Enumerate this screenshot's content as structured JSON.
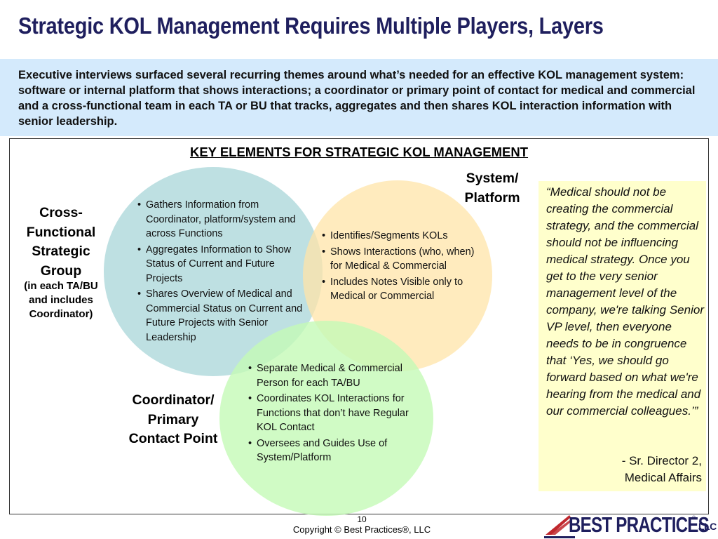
{
  "title": "Strategic KOL Management Requires Multiple Players, Layers",
  "intro": "Executive interviews surfaced several recurring themes around what’s needed for an effective KOL management system: software or internal platform that shows interactions; a coordinator or primary point of contact for medical and commercial and a cross-functional team in each TA or BU that tracks, aggregates and then shares KOL interaction information with senior leadership.",
  "key_title": "KEY ELEMENTS FOR STRATEGIC KOL MANAGEMENT",
  "cross_functional": {
    "label": "Cross-Functional Strategic Group",
    "sublabel": "(in each TA/BU and includes Coordinator)",
    "bullets": [
      "Gathers Information from Coordinator, platform/system and across Functions",
      "Aggregates Information to Show Status of Current and Future Projects",
      "Shares Overview of Medical and Commercial Status on Current and Future Projects with Senior Leadership"
    ]
  },
  "system_platform": {
    "label": "System/ Platform",
    "bullets": [
      "Identifies/Segments KOLs",
      "Shows Interactions (who, when) for Medical & Commercial",
      "Includes Notes Visible only to Medical or Commercial"
    ]
  },
  "coordinator": {
    "label": "Coordinator/ Primary Contact Point",
    "bullets": [
      "Separate Medical & Commercial Person for each TA/BU",
      "Coordinates KOL Interactions for Functions that don’t have Regular KOL Contact",
      "Oversees and Guides Use of System/Platform"
    ]
  },
  "quote": {
    "text": "“Medical should not be creating the commercial strategy, and the commercial should not be influencing medical strategy. Once you get to the very senior management level of the company, we're talking Senior VP level, then everyone needs to be in congruence that ‘Yes, we should go forward based on what we're hearing from the medical and our commercial colleagues.’”",
    "attribution_line1": "- Sr. Director 2,",
    "attribution_line2": "Medical Affairs"
  },
  "footer": {
    "page_number": "10",
    "copyright": "Copyright ©  Best Practices®, LLC"
  },
  "logo": {
    "text": "BEST PRACTICES",
    "suffix": "LLC",
    "registered": "®"
  },
  "colors": {
    "title": "#1f1f5e",
    "intro_background": "#d4eafc",
    "circle_cross_functional": "#badee0",
    "circle_system": "#ffe4a8",
    "circle_coordinator": "#c4fab6",
    "quote_background": "#ffffcc",
    "logo_red": "#c0272d"
  }
}
